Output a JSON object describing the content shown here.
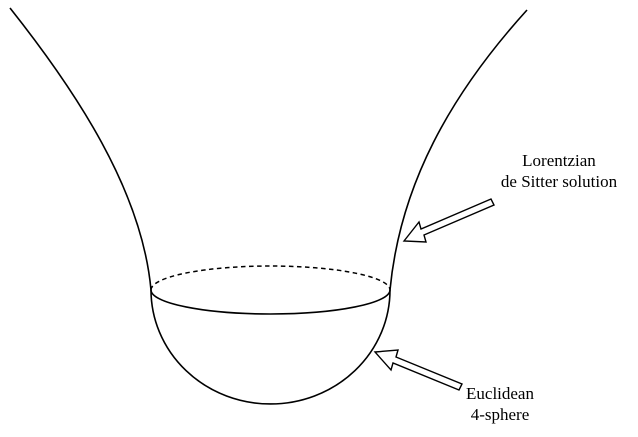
{
  "labels": {
    "lorentzian": {
      "line1": "Lorentzian",
      "line2": "de Sitter solution"
    },
    "euclidean": {
      "line1": "Euclidean",
      "line2": "4-sphere"
    }
  },
  "colors": {
    "stroke": "#000000",
    "background": "#ffffff"
  }
}
